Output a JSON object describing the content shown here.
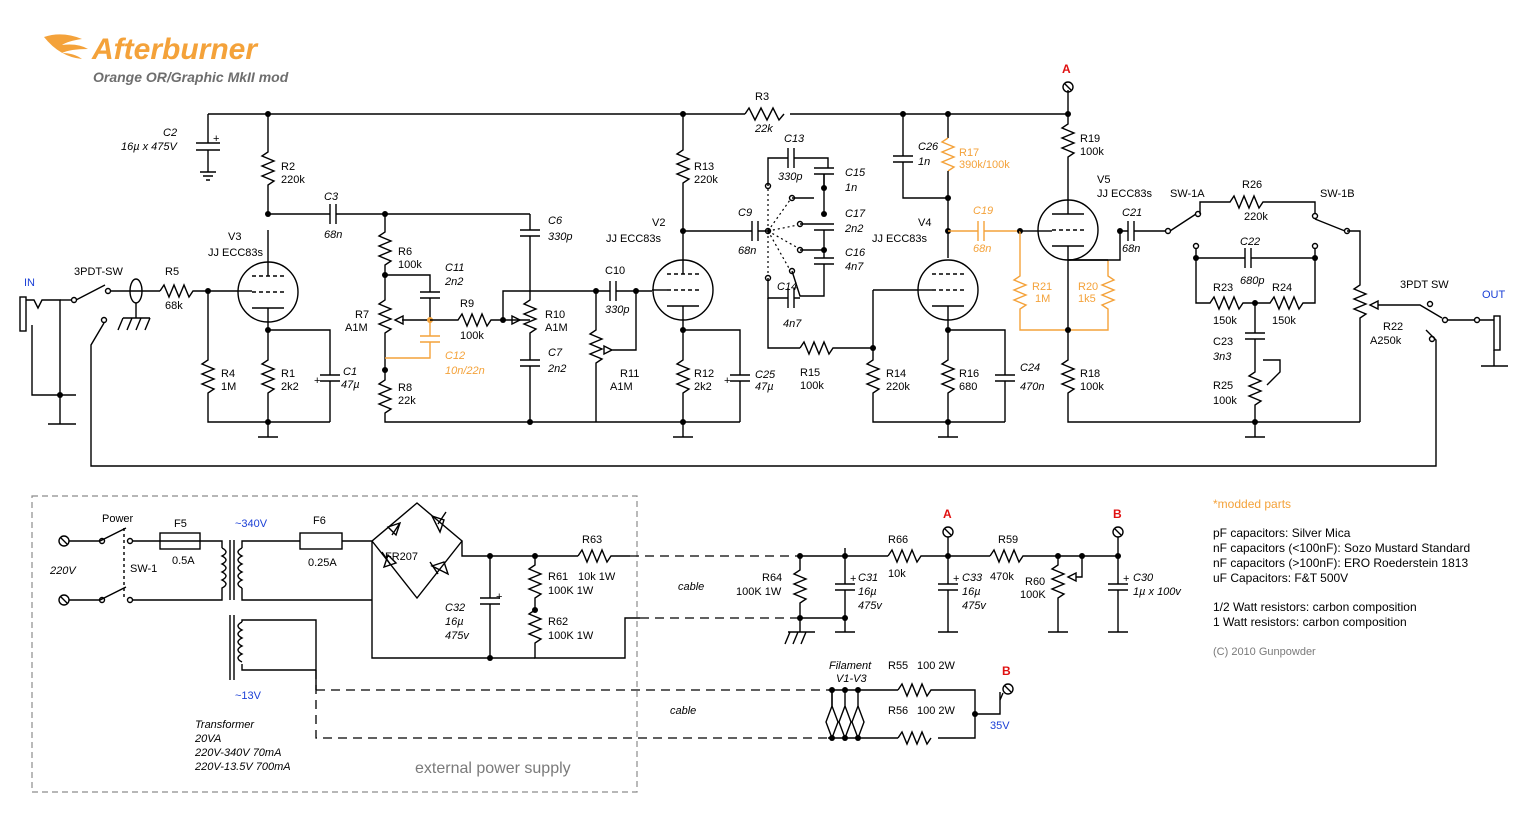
{
  "title": "Afterburner",
  "subtitle": "Orange OR/Graphic MkII mod",
  "labels": {
    "in": "IN",
    "out": "OUT",
    "sw_in": "3PDT-SW",
    "sw_out": "3PDT SW",
    "node_a": "A",
    "node_b": "B",
    "v3_name": "V3",
    "v3_type": "JJ ECC83s",
    "v2_name": "V2",
    "v2_type": "JJ ECC83s",
    "v4_name": "V4",
    "v4_type": "JJ ECC83s",
    "v5_name": "V5",
    "v5_type": "JJ ECC83s",
    "sw1a": "SW-1A",
    "sw1b": "SW-1B",
    "power": "Power",
    "mains": "220V",
    "sw1": "SW-1",
    "hv": "~340V",
    "lv": "~13V",
    "rect": "FR207",
    "cable1": "cable",
    "cable2": "cable",
    "filament": "Filament",
    "filament_tubes": "V1-V3",
    "v35": "35V",
    "eps": "external power supply"
  },
  "components": {
    "c2": {
      "ref": "C2",
      "val": "16µ x 475V"
    },
    "r2": {
      "ref": "R2",
      "val": "220k"
    },
    "c3": {
      "ref": "C3",
      "val": "68n"
    },
    "r5": {
      "ref": "R5",
      "val": "68k"
    },
    "r4": {
      "ref": "R4",
      "val": "1M"
    },
    "r1": {
      "ref": "R1",
      "val": "2k2"
    },
    "c1": {
      "ref": "C1",
      "val": "47µ"
    },
    "r6": {
      "ref": "R6",
      "val": "100k"
    },
    "r7": {
      "ref": "R7",
      "val": "A1M"
    },
    "r8": {
      "ref": "R8",
      "val": "22k"
    },
    "c11": {
      "ref": "C11",
      "val": "2n2"
    },
    "c12": {
      "ref": "C12",
      "val": "10n/22n"
    },
    "r9": {
      "ref": "R9",
      "val": "100k"
    },
    "c6": {
      "ref": "C6",
      "val": "330p"
    },
    "r10": {
      "ref": "R10",
      "val": "A1M"
    },
    "c7": {
      "ref": "C7",
      "val": "2n2"
    },
    "c10": {
      "ref": "C10",
      "val": "330p"
    },
    "r11": {
      "ref": "R11",
      "val": "A1M"
    },
    "r3": {
      "ref": "R3",
      "val": "22k"
    },
    "r13": {
      "ref": "R13",
      "val": "220k"
    },
    "r12": {
      "ref": "R12",
      "val": "2k2"
    },
    "c25": {
      "ref": "C25",
      "val": "47µ"
    },
    "c9": {
      "ref": "C9",
      "val": "68n"
    },
    "c13": {
      "ref": "C13",
      "val": "330p"
    },
    "c15": {
      "ref": "C15",
      "val": "1n"
    },
    "c17": {
      "ref": "C17",
      "val": "2n2"
    },
    "c16": {
      "ref": "C16",
      "val": "4n7"
    },
    "c14": {
      "ref": "C14",
      "val": "4n7"
    },
    "r15": {
      "ref": "R15",
      "val": "100k"
    },
    "c26": {
      "ref": "C26",
      "val": "1n"
    },
    "r17": {
      "ref": "R17",
      "val": "390k/100k"
    },
    "c19": {
      "ref": "C19",
      "val": "68n"
    },
    "r21": {
      "ref": "R21",
      "val": "1M"
    },
    "r20": {
      "ref": "R20",
      "val": "1k5"
    },
    "r14": {
      "ref": "R14",
      "val": "220k"
    },
    "r16": {
      "ref": "R16",
      "val": "680"
    },
    "c24": {
      "ref": "C24",
      "val": "470n"
    },
    "r19": {
      "ref": "R19",
      "val": "100k"
    },
    "r18": {
      "ref": "R18",
      "val": "100k"
    },
    "c21": {
      "ref": "C21",
      "val": "68n"
    },
    "r26": {
      "ref": "R26",
      "val": "220k"
    },
    "c22": {
      "ref": "C22",
      "val": "680p"
    },
    "r23": {
      "ref": "R23",
      "val": "150k"
    },
    "r24": {
      "ref": "R24",
      "val": "150k"
    },
    "c23": {
      "ref": "C23",
      "val": "3n3"
    },
    "r25": {
      "ref": "R25",
      "val": "100k"
    },
    "r22": {
      "ref": "R22",
      "val": "A250k"
    },
    "f5": {
      "ref": "F5",
      "val": "0.5A"
    },
    "f6": {
      "ref": "F6",
      "val": "0.25A"
    },
    "r63": {
      "ref": "R63",
      "val": "10k 1W"
    },
    "r61": {
      "ref": "R61",
      "val": "100K 1W"
    },
    "r62": {
      "ref": "R62",
      "val": "100K 1W"
    },
    "c32": {
      "ref": "C32",
      "val": "16µ",
      "val2": "475v"
    },
    "r64": {
      "ref": "R64",
      "val": "100K 1W"
    },
    "c31": {
      "ref": "C31",
      "val": "16µ",
      "val2": "475v"
    },
    "r66": {
      "ref": "R66",
      "val": "10k"
    },
    "c33": {
      "ref": "C33",
      "val": "16µ",
      "val2": "475v"
    },
    "r59": {
      "ref": "R59",
      "val": "470k"
    },
    "r60": {
      "ref": "R60",
      "val": "100K"
    },
    "c30": {
      "ref": "C30",
      "val": "1µ x 100v"
    },
    "r55": {
      "ref": "R55",
      "val": "100 2W"
    },
    "r56": {
      "ref": "R56",
      "val": "100 2W"
    }
  },
  "transformer": {
    "title": "Transformer",
    "line1": "20VA",
    "line2": "220V-340V  70mA",
    "line3": "220V-13.5V  700mA"
  },
  "notes": {
    "modded": "*modded parts",
    "l1": "pF capacitors: Silver Mica",
    "l2": "nF capacitors (<100nF): Sozo Mustard Standard",
    "l3": "nF capacitors (>100nF): ERO Roederstein 1813",
    "l4": "uF Capacitors: F&T 500V",
    "l5": "1/2 Watt resistors: carbon composition",
    "l6": "1 Watt resistors: carbon composition",
    "copyright": "(C) 2010 Gunpowder"
  },
  "colors": {
    "modded": "#f4a23a",
    "node_label": "#e01010",
    "voltage_label": "#1a3fd6"
  }
}
